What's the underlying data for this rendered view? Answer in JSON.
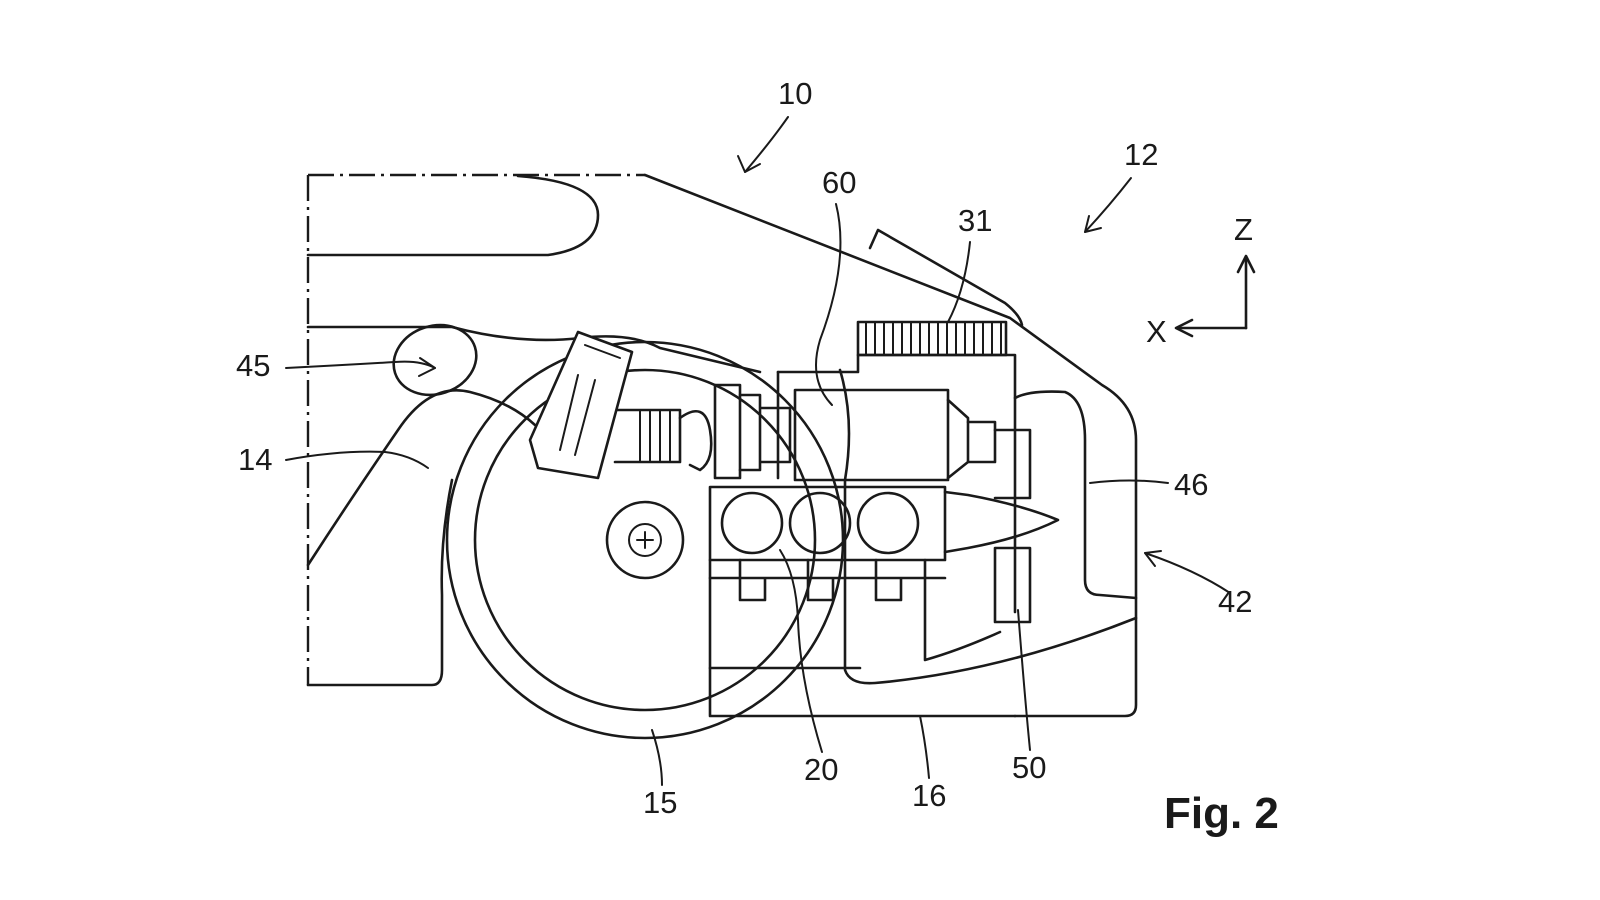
{
  "labels": {
    "l10": "10",
    "l12": "12",
    "l60": "60",
    "l31": "31",
    "l45": "45",
    "l14": "14",
    "l46": "46",
    "l42": "42",
    "l15": "15",
    "l20": "20",
    "l16": "16",
    "l50": "50"
  },
  "axes": {
    "z": "Z",
    "x": "X"
  },
  "caption": "Fig. 2",
  "colors": {
    "ink": "#1a1a1a",
    "background": "#ffffff"
  }
}
